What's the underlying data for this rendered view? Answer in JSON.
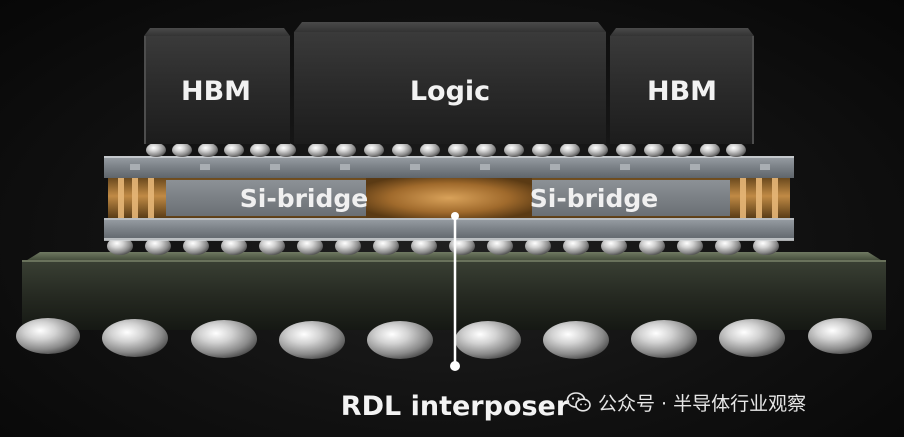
{
  "chips": {
    "hbm_left": "HBM",
    "logic": "Logic",
    "hbm_right": "HBM"
  },
  "bridges": {
    "left": "Si-bridge",
    "right": "Si-bridge"
  },
  "callout": "RDL interposer",
  "watermark": "公众号 · 半导体行业观察",
  "icons": {
    "watermark": "wechat-icon"
  }
}
